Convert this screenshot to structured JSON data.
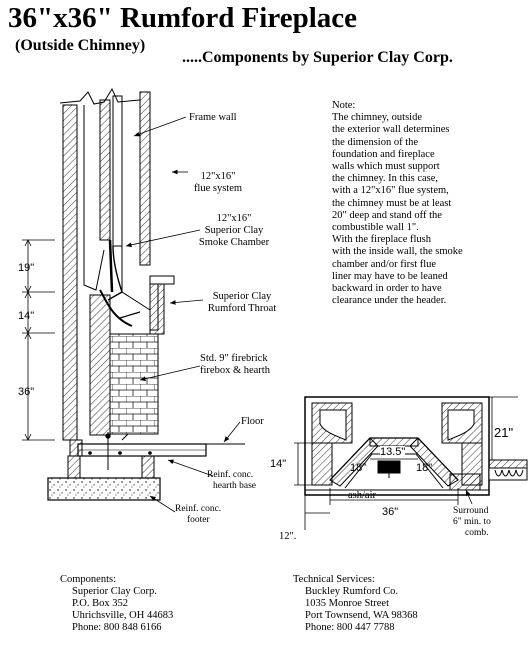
{
  "header": {
    "title": "36\"x36\" Rumford Fireplace",
    "subtitle": "(Outside Chimney)",
    "components_by": ".....Components by Superior Clay Corp."
  },
  "note": {
    "lines": [
      "Note:",
      "The chimney, outside",
      "the exterior wall determines",
      "the dimension of the",
      "foundation and fireplace",
      "walls which must support",
      "the chimney.  In this case,",
      "with a 12\"x16\" flue system,",
      "the chimney must be at least",
      "20\" deep and stand off the",
      "combustible wall 1\".",
      "With the fireplace flush",
      "with the inside wall, the smoke",
      "chamber and/or first flue",
      "liner may have to be leaned",
      "backward in order to have",
      "clearance under the header."
    ]
  },
  "section_labels": {
    "frame_wall": "Frame wall",
    "flue_system": [
      "12\"x16\"",
      "flue system"
    ],
    "smoke_chamber": [
      "12\"x16\"",
      "Superior Clay",
      "Smoke Chamber"
    ],
    "rumford_throat": [
      "Superior Clay",
      "Rumford Throat"
    ],
    "firebrick": [
      "Std. 9\" firebrick",
      "firebox & hearth"
    ],
    "floor": "Floor",
    "hearth_base": [
      "Reinf. conc.",
      "hearth base"
    ],
    "footer": [
      "Reinf. conc.",
      "footer"
    ]
  },
  "section_dimensions": {
    "d19": "19\"",
    "d14": "14\"",
    "d36": "36\""
  },
  "plan_labels": {
    "d21": "21\"",
    "d14": "14\"",
    "d13_5": "13.5\"",
    "d18_left": "18\"",
    "d18_right": "18\"",
    "ash_air": "ash/air",
    "d36": "36\"",
    "d12": "12\".",
    "surround": [
      "Surround",
      "6\" min. to",
      "comb."
    ]
  },
  "footer": {
    "components": {
      "heading": "Components:",
      "lines": [
        "Superior Clay Corp.",
        "P.O. Box 352",
        "Uhrichsville, OH 44683",
        "Phone: 800 848 6166"
      ]
    },
    "technical": {
      "heading": "Technical Services:",
      "lines": [
        "Buckley Rumford Co.",
        "1035 Monroe Street",
        "Port Townsend, WA 98368",
        "Phone: 800 447 7788"
      ]
    }
  },
  "colors": {
    "ink": "#000000",
    "paper": "#ffffff"
  }
}
